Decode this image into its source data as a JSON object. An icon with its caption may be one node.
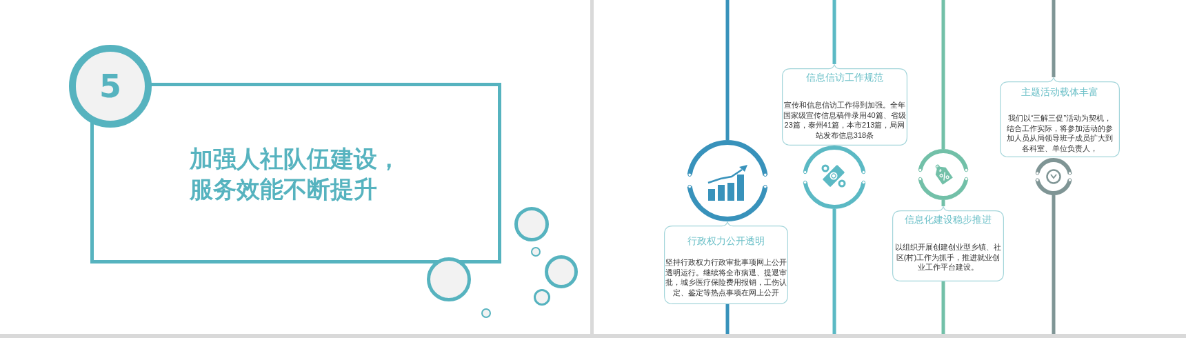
{
  "diagram": {
    "nodes": [
      {
        "text": [
          "5"
        ]
      },
      {
        "text": [
          "加强人社队伍建设，服务效能不断提升"
        ]
      },
      {
        "text": [],
        "shape": "circle"
      },
      {
        "text": [],
        "shape": "circle"
      },
      {
        "text": [],
        "shape": "circle"
      },
      {
        "text": [],
        "shape": "circle"
      },
      {
        "text": [],
        "shape": "circle"
      },
      {
        "text": [],
        "shape": "circle"
      },
      {
        "text": [],
        "shape": "circle"
      },
      {
        "text": [
          "行政权力公开透明",
          "坚持行政权力行政审批事项网上公开透明运行。继续将全市病退、提退审批，城乡医疗保险费用报销，工伤认定、鉴定等热点事项在网上公开"
        ]
      },
      {
        "text": [
          "信息信访工作规范",
          "宣传和信息信访工作得到加强。全年国家级宣传信息稿件录用40篇、省级23篇，泰州41篇，本市213篇，局网站发布信息318条"
        ]
      },
      {
        "text": [],
        "shape": "circle"
      },
      {
        "text": [],
        "shape": "circle"
      },
      {
        "text": [
          "信息化建设稳步推进",
          "以组织开展创建创业型乡镇、社区(村)工作为抓手，推进就业创业工作平台建设。"
        ]
      },
      {
        "text": [
          "主题活动载体丰富",
          "我们以“三解三促”活动为契机，结合工作实际，将参加活动的参加人员从局领导班子成员扩大到各科室、单位负责人，"
        ]
      },
      {
        "text": [],
        "shape": "circle"
      }
    ],
    "edges": [
      {
        "from": null,
        "to": 8,
        "arrow": "none",
        "color": "#3892bb"
      },
      {
        "from": 9,
        "to": null,
        "arrow": "none",
        "color": "#3892bb"
      },
      {
        "from": null,
        "to": 10,
        "arrow": "none",
        "color": "#5bb9c4"
      },
      {
        "from": 11,
        "to": null,
        "arrow": "none",
        "color": "#5bb9c4"
      },
      {
        "from": null,
        "to": 12,
        "arrow": "none",
        "color": "#72c0a8"
      },
      {
        "from": 12,
        "to": 13,
        "arrow": "none",
        "color": "#72c0a8"
      },
      {
        "from": 13,
        "to": null,
        "arrow": "none",
        "color": "#72c0a8"
      },
      {
        "from": null,
        "to": 14,
        "arrow": "none",
        "color": "#7f9595"
      },
      {
        "from": 15,
        "to": null,
        "arrow": "none",
        "color": "#7f9595"
      }
    ]
  }
}
